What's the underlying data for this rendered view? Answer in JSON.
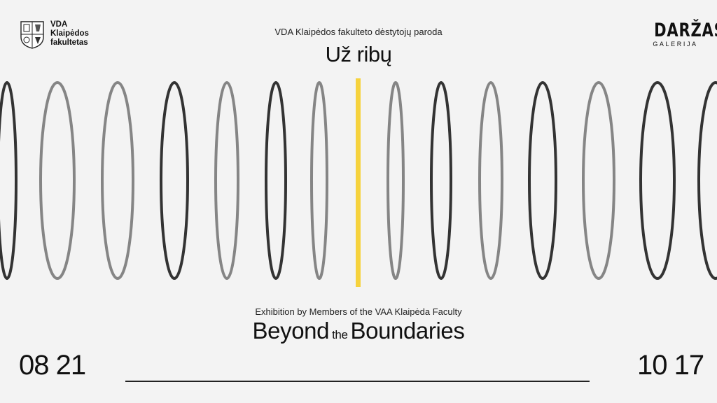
{
  "logo_left": {
    "lines": [
      "VDA",
      "Klaipėdos",
      "fakultetas"
    ]
  },
  "header": {
    "subtitle": "VDA Klaipėdos fakulteto dėstytojų paroda",
    "title": "Už ribų"
  },
  "logo_right": {
    "main": "DARŽAS",
    "sub": "GALERIJA"
  },
  "footer": {
    "subtitle": "Exhibition by Members of the VAA Klaipėda Faculty",
    "title_part1": "Beyond",
    "title_small": "the",
    "title_part2": "Boundaries"
  },
  "dates": {
    "start": "08 21",
    "end": "10 17"
  },
  "colors": {
    "background": "#f3f3f3",
    "dark_ring": "#333333",
    "grey_ring": "#858585",
    "accent_bar": "#f6d23c"
  }
}
